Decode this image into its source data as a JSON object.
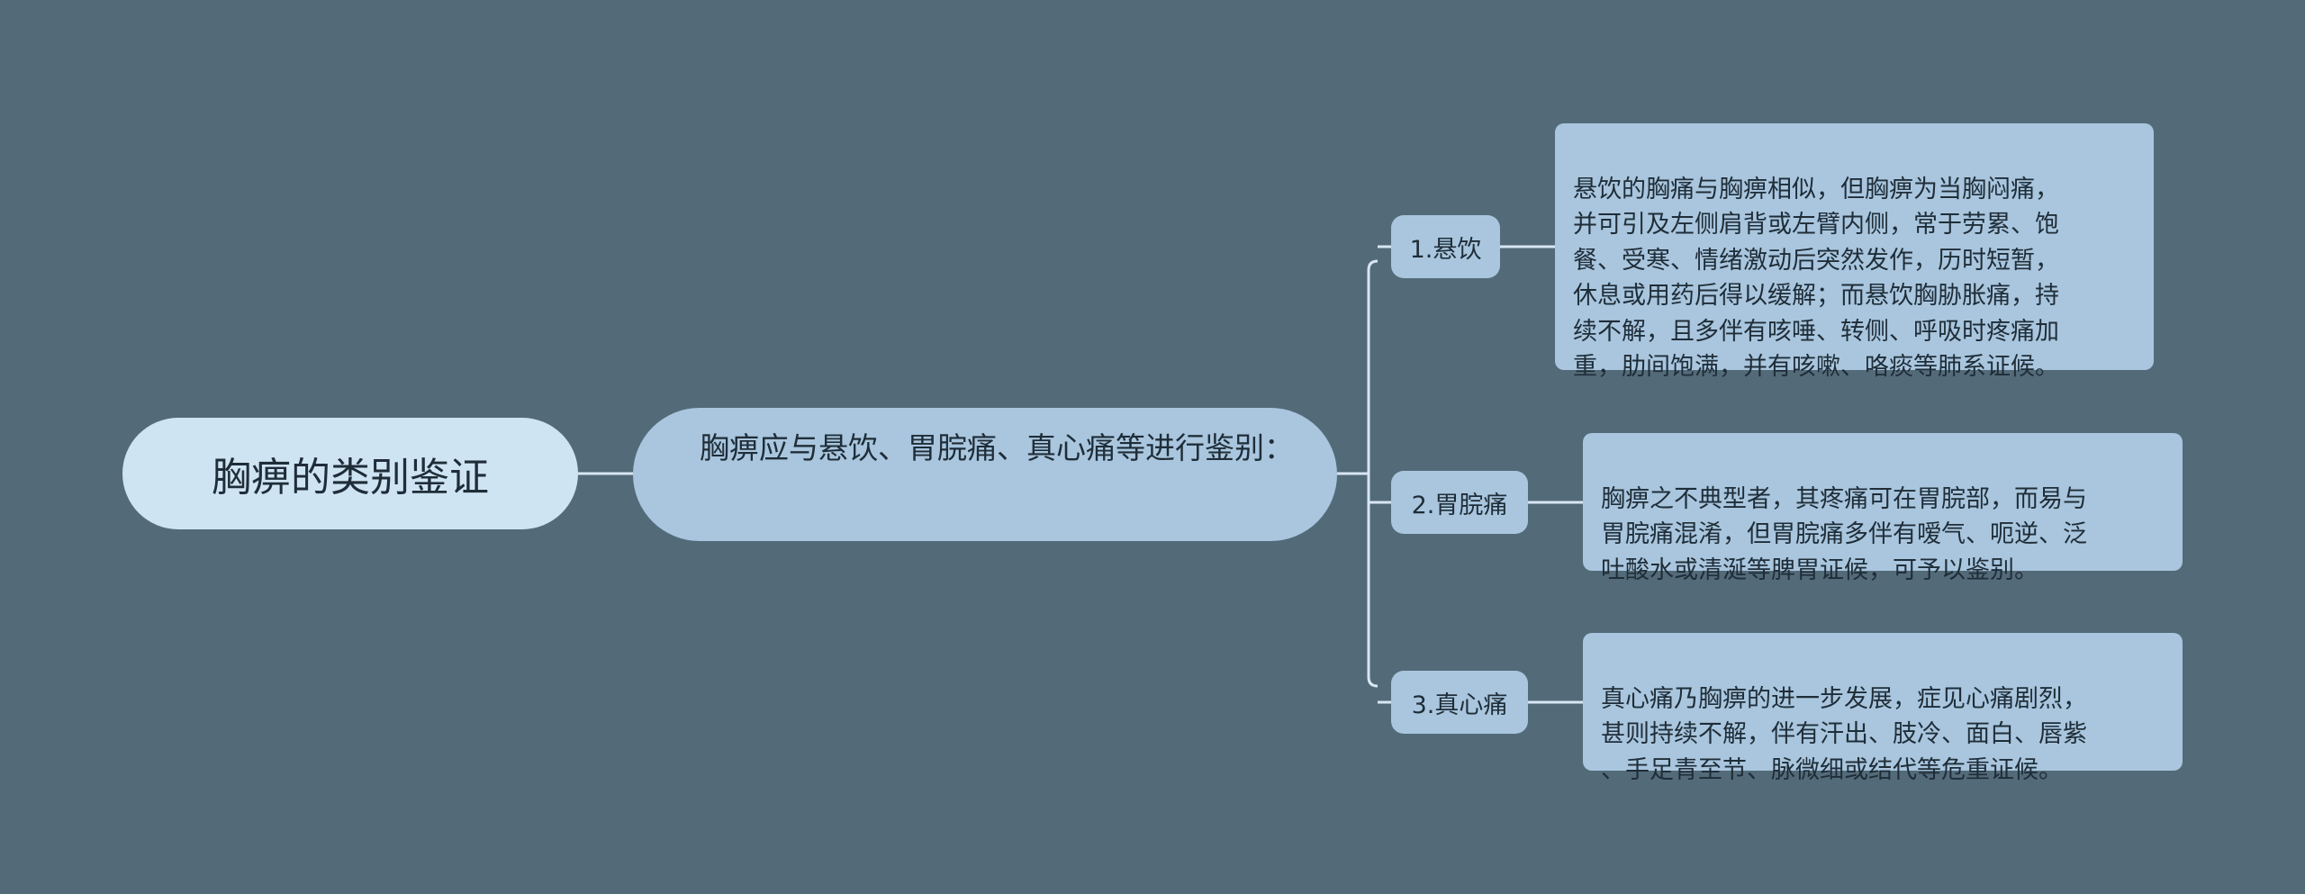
{
  "colors": {
    "background": "#536a79",
    "root_fill": "#cfe4f2",
    "node_fill": "#a9c6de",
    "connector": "#d7e7f2"
  },
  "root": {
    "label": "胸痹的类别鉴证"
  },
  "main": {
    "label": "胸痹应与悬饮、胃脘痛、真心痛等进行鉴别："
  },
  "branches": [
    {
      "label": "1.悬饮",
      "detail": "悬饮的胸痛与胸痹相似，但胸痹为当胸闷痛，\n并可引及左侧肩背或左臂内侧，常于劳累、饱\n餐、受寒、情绪激动后突然发作，历时短暂，\n休息或用药后得以缓解；而悬饮胸胁胀痛，持\n续不解，且多伴有咳唾、转侧、呼吸时疼痛加\n重，肋间饱满，并有咳嗽、咯痰等肺系证候。"
    },
    {
      "label": "2.胃脘痛",
      "detail": "胸痹之不典型者，其疼痛可在胃脘部，而易与\n胃脘痛混淆，但胃脘痛多伴有嗳气、呃逆、泛\n吐酸水或清涎等脾胃证候，可予以鉴别。"
    },
    {
      "label": "3.真心痛",
      "detail": "真心痛乃胸痹的进一步发展，症见心痛剧烈，\n甚则持续不解，伴有汗出、肢冷、面白、唇紫\n、手足青至节、脉微细或结代等危重证候。"
    }
  ]
}
